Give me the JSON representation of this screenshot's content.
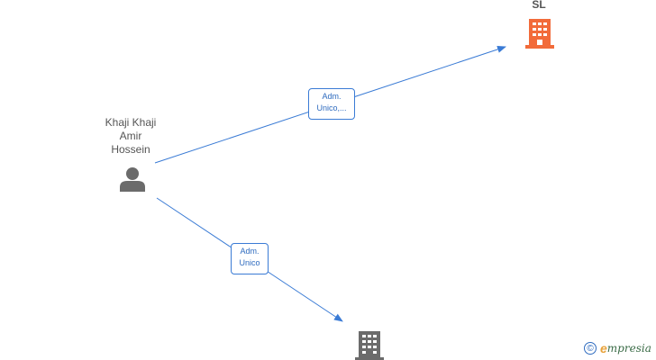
{
  "nodes": {
    "person": {
      "name_lines": [
        "Khaji Khaji",
        "Amir",
        "Hossein"
      ]
    },
    "top_company": {
      "label": "SL"
    },
    "bottom_company": {
      "label": ""
    }
  },
  "edges": [
    {
      "label_lines": [
        "Adm.",
        "Unico,..."
      ]
    },
    {
      "label_lines": [
        "Adm.",
        "Unico"
      ]
    }
  ],
  "colors": {
    "edge": "#3a7bd5",
    "person_icon": "#6b6b6b",
    "top_company_icon": "#f26b3a",
    "bottom_company_icon": "#6b6b6b"
  },
  "icons": {
    "person": "person-icon",
    "top_company": "building-icon",
    "bottom_company": "building-icon"
  },
  "brand": {
    "copyright": "©",
    "name_first": "e",
    "name_rest": "mpresia"
  }
}
